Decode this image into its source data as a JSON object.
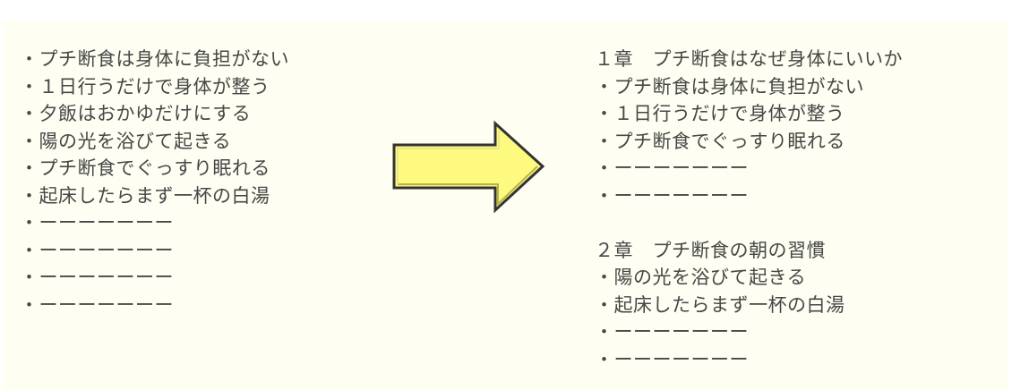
{
  "left_list": [
    "・プチ断食は身体に負担がない",
    "・１日行うだけで身体が整う",
    "・夕飯はおかゆだけにする",
    "・陽の光を浴びて起きる",
    "・プチ断食でぐっすり眠れる",
    "・起床したらまず一杯の白湯",
    "・ーーーーーーー",
    "・ーーーーーーー",
    "・ーーーーーーー",
    "・ーーーーーーー"
  ],
  "right_list": [
    "１章　プチ断食はなぜ身体にいいか",
    "・プチ断食は身体に負担がない",
    "・１日行うだけで身体が整う",
    "・プチ断食でぐっすり眠れる",
    "・ーーーーーーー",
    "・ーーーーーーー",
    "",
    "２章　プチ断食の朝の習慣",
    "・陽の光を浴びて起きる",
    "・起床したらまず一杯の白湯",
    "・ーーーーーーー",
    "・ーーーーーーー"
  ],
  "arrow": {
    "icon": "right-arrow-icon",
    "fill": "#fdfa7f",
    "stroke": "#333333"
  }
}
